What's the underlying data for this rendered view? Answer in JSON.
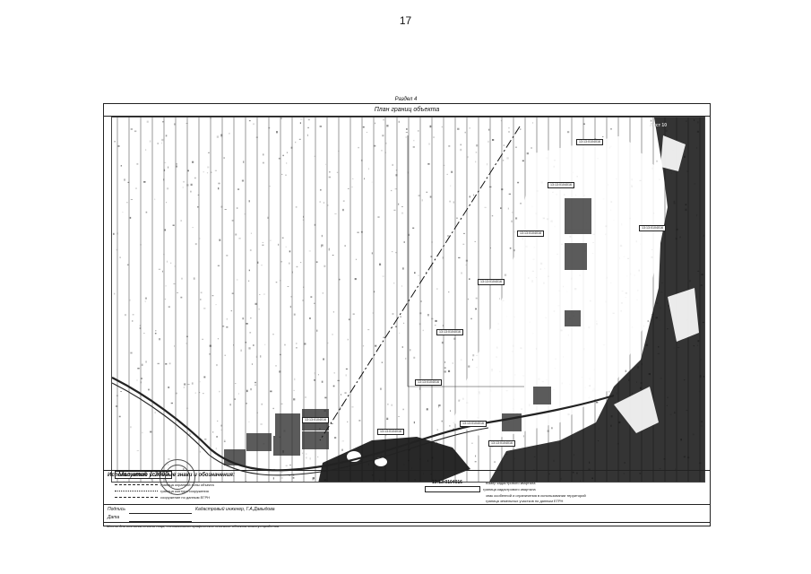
{
  "page": {
    "number": "17"
  },
  "section": {
    "label": "Раздел 4"
  },
  "map": {
    "title": "План границ объекта",
    "sheet_label": "Лист 10",
    "scale_label": "Масштаб 1:2000",
    "parcel_labels": [
      "13:13:0104016",
      "13:13:0104016",
      "13:13:0104016",
      "13:13:0104016",
      "13:13:0104016",
      "13:13:0104016",
      "13:13:0104016",
      "13:13:0104016",
      "13:13:0104016",
      "13:13:0104016",
      "13:13:0104016"
    ]
  },
  "legend": {
    "title": "Используемые условные знаки и обозначения:",
    "left_items": [
      "граница охранной зоны объекта",
      "граница контура сооружения",
      "сооружение по данным ЕГРН"
    ],
    "right_code": "13:13:0104016",
    "right_items": [
      "номер кадастрового квартала",
      "граница кадастрового квартала",
      "знак особенной и ограничения в использовании территорий",
      "граница земельных участков по данным ЕГРН"
    ]
  },
  "signature": {
    "label_signature": "Подпись",
    "signer": "Кадастровый инженер, Г.А.Давыдова",
    "label_date": "Дата"
  },
  "footnote": "Место для оттиска печати лица, составившего графическое описание объекта землеустройства",
  "colors": {
    "ink": "#111111",
    "paper": "#ffffff"
  }
}
